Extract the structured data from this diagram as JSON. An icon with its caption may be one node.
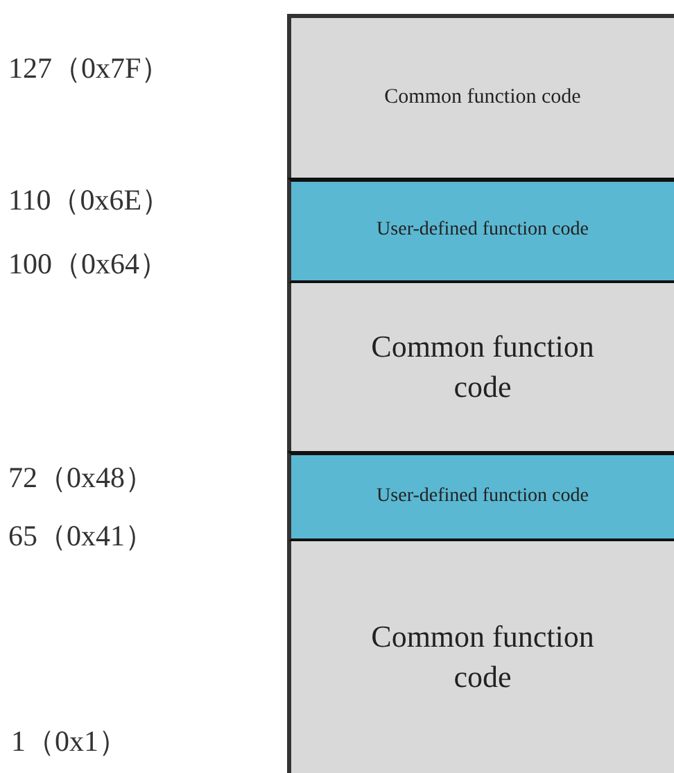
{
  "diagram": {
    "nodes": [
      {
        "text": [
          "Common function code"
        ]
      },
      {
        "text": [
          "User-defined function code"
        ]
      },
      {
        "text": [
          "Common function code"
        ]
      },
      {
        "text": [
          "User-defined function code"
        ]
      },
      {
        "text": [
          "Common function code"
        ]
      }
    ],
    "labels": [
      "127（0x7F）",
      "110（0x6E）",
      "100（0x64）",
      "72（0x48）",
      "65（0x41）",
      "1（0x1）"
    ]
  }
}
